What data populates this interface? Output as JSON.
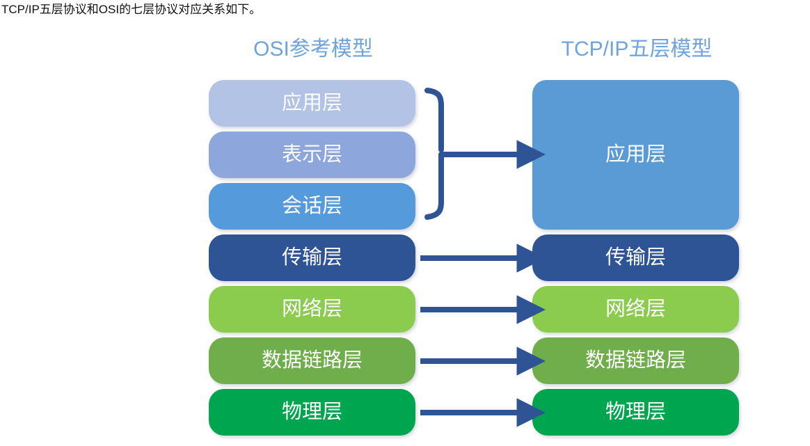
{
  "caption": "TCP/IP五层协议和OSI的七层协议对应关系如下。",
  "columns": {
    "osi": {
      "title": "OSI参考模型",
      "title_color": "#6FA3DC",
      "layers": [
        {
          "label": "应用层",
          "color": "#B3C3E6"
        },
        {
          "label": "表示层",
          "color": "#8DA7DC"
        },
        {
          "label": "会话层",
          "color": "#559BDB"
        },
        {
          "label": "传输层",
          "color": "#2E5496"
        },
        {
          "label": "网络层",
          "color": "#8BCC4F"
        },
        {
          "label": "数据链路层",
          "color": "#70AE4B"
        },
        {
          "label": "物理层",
          "color": "#00A64F"
        }
      ]
    },
    "tcp": {
      "title": "TCP/IP五层模型",
      "title_color": "#6FA3DC",
      "layers": [
        {
          "label": "应用层",
          "color": "#5B9BD5"
        },
        {
          "label": "传输层",
          "color": "#2E5496"
        },
        {
          "label": "网络层",
          "color": "#8BCC4F"
        },
        {
          "label": "数据链路层",
          "color": "#70AE4B"
        },
        {
          "label": "物理层",
          "color": "#00A64F"
        }
      ]
    }
  },
  "connectors": {
    "arrow_color": "#2E5496",
    "brace_color": "#2E5496",
    "mappings": [
      {
        "from": [
          "应用层",
          "表示层",
          "会话层"
        ],
        "to": "应用层",
        "style": "brace-arrow"
      },
      {
        "from": [
          "传输层"
        ],
        "to": "传输层",
        "style": "arrow"
      },
      {
        "from": [
          "网络层"
        ],
        "to": "网络层",
        "style": "arrow"
      },
      {
        "from": [
          "数据链路层"
        ],
        "to": "数据链路层",
        "style": "arrow"
      },
      {
        "from": [
          "物理层"
        ],
        "to": "物理层",
        "style": "arrow"
      }
    ]
  }
}
